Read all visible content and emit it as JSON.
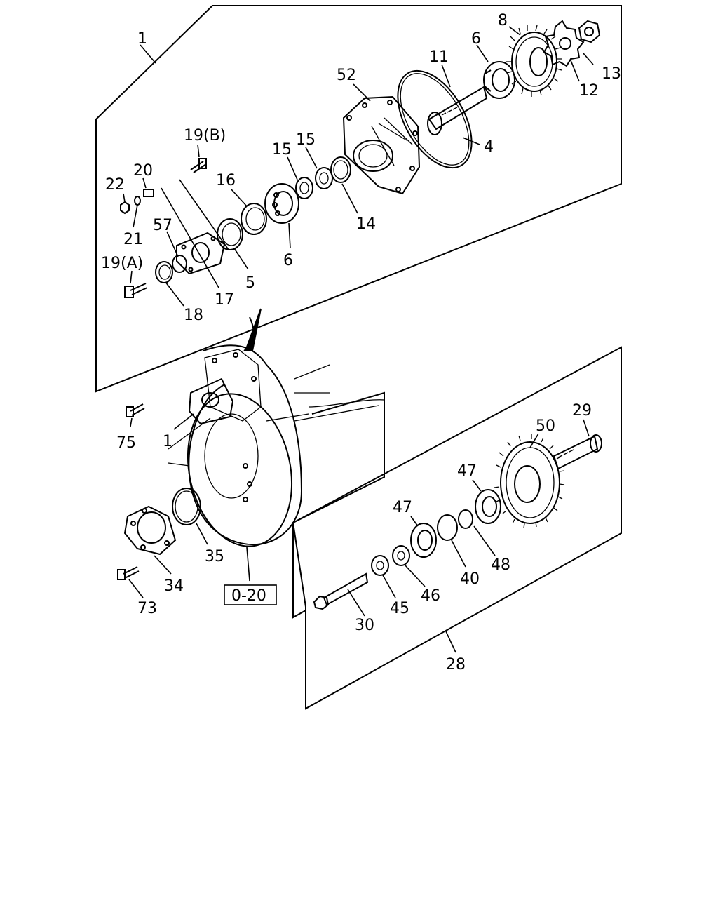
{
  "callouts": {
    "c1_top": "1",
    "c1_bottom": "1",
    "c4": "4",
    "c5": "5",
    "c6_upper": "6",
    "c6_lower": "6",
    "c8": "8",
    "c11": "11",
    "c12": "12",
    "c13": "13",
    "c14": "14",
    "c15_a": "15",
    "c15_b": "15",
    "c16": "16",
    "c17": "17",
    "c18": "18",
    "c19a": "19(A)",
    "c19b": "19(B)",
    "c20": "20",
    "c21": "21",
    "c22": "22",
    "c28": "28",
    "c29": "29",
    "c30": "30",
    "c34": "34",
    "c35": "35",
    "c40": "40",
    "c45": "45",
    "c46": "46",
    "c47_upper": "47",
    "c47_lower": "47",
    "c48": "48",
    "c50": "50",
    "c52": "52",
    "c57": "57",
    "c73": "73",
    "c75": "75"
  },
  "reference_box": {
    "label": "0-20"
  }
}
